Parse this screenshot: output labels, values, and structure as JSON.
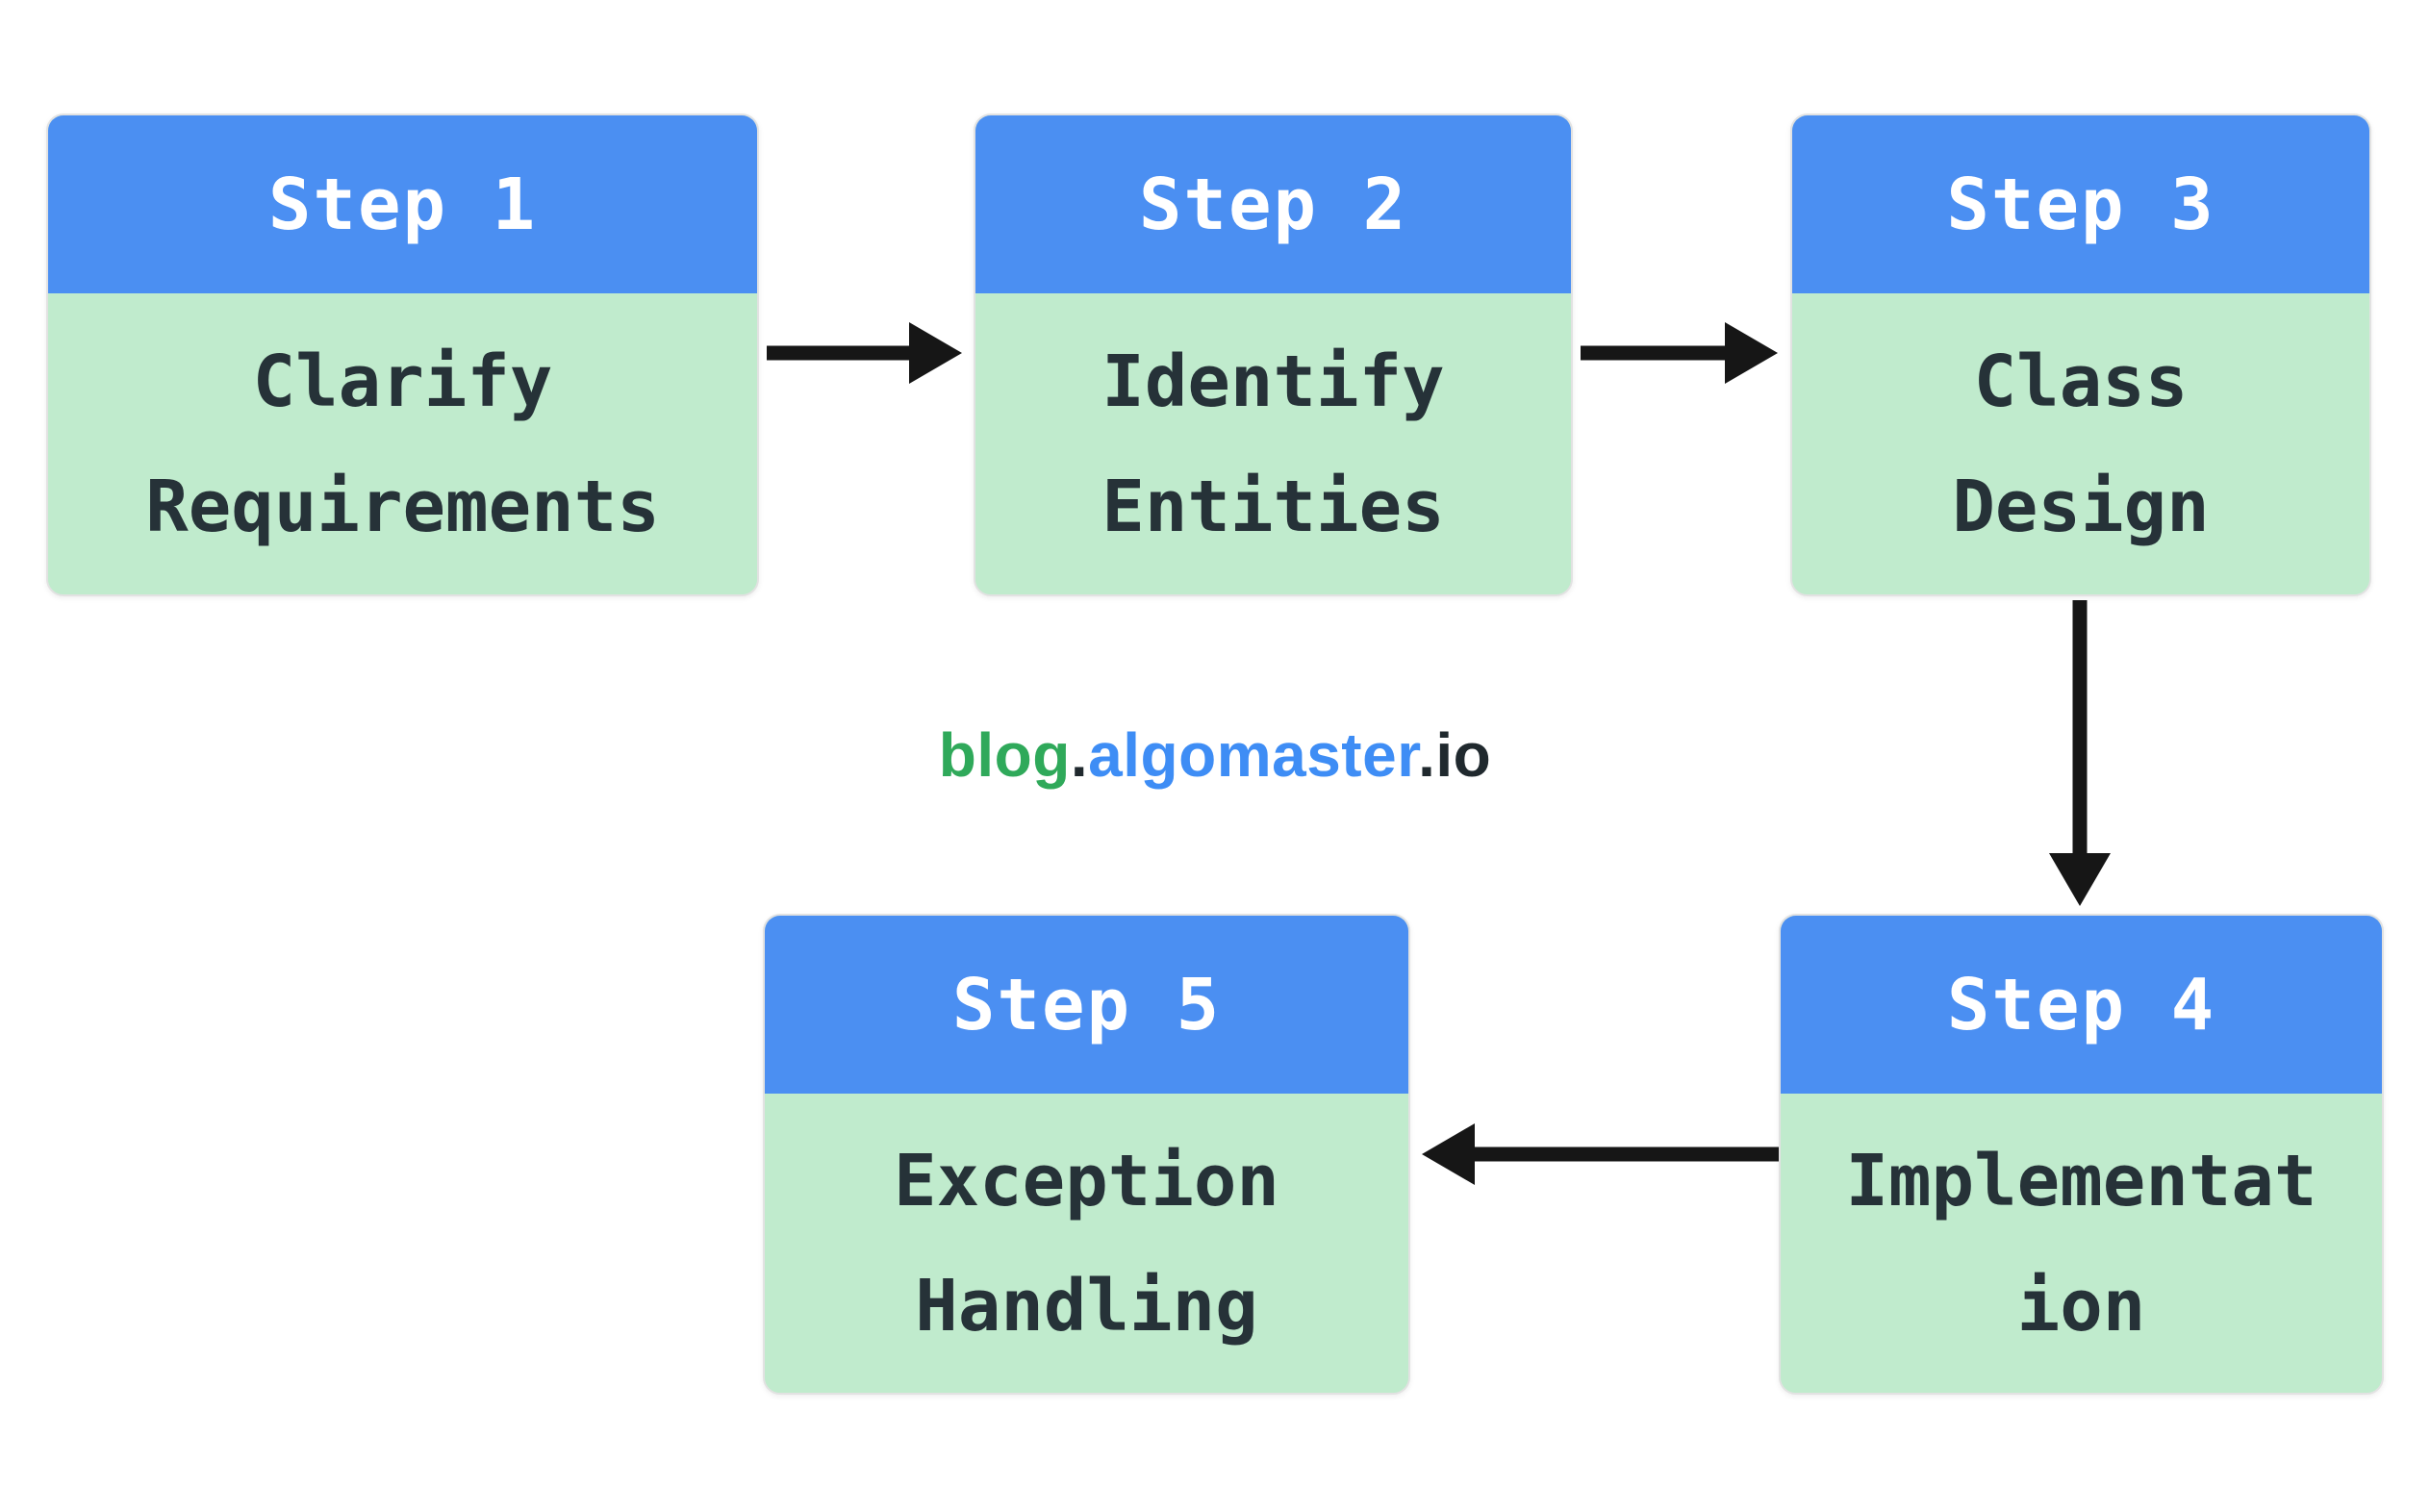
{
  "diagram": {
    "steps": [
      {
        "label": "Step 1",
        "line1": "Clarify",
        "line2": "Requirements"
      },
      {
        "label": "Step 2",
        "line1": "Identify",
        "line2": "Entities"
      },
      {
        "label": "Step 3",
        "line1": "Class",
        "line2": "Design"
      },
      {
        "label": "Step 4",
        "line1": "Implementat",
        "line2": "ion"
      },
      {
        "label": "Step 5",
        "line1": "Exception",
        "line2": "Handling"
      }
    ],
    "watermark": {
      "part1": "blog",
      "sep1": ".",
      "part2": "algomaster",
      "sep2": ".io"
    },
    "colors": {
      "header_blue": "#4b8ff2",
      "body_green": "#c0ebcd",
      "header_text": "#ffffff",
      "step_text": "#263238",
      "arrow": "#161616",
      "watermark_green": "#2fa95a",
      "watermark_blue": "#3e8df5",
      "watermark_dark": "#20292e"
    }
  }
}
